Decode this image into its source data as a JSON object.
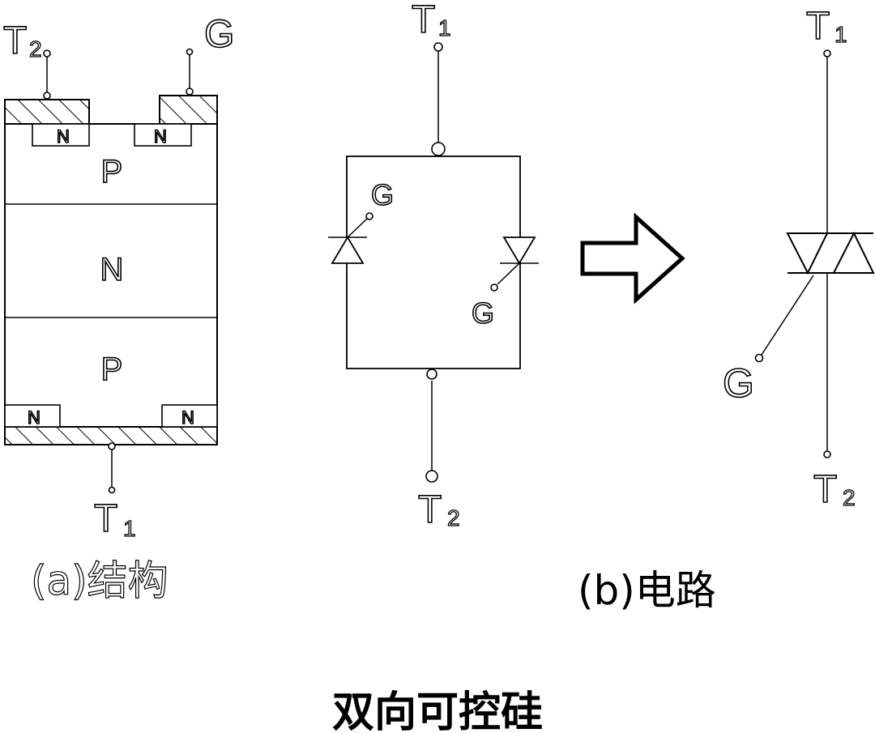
{
  "structure": {
    "terminal_t2": "T",
    "terminal_t2_sub": "2",
    "terminal_g": "G",
    "terminal_t1": "T",
    "terminal_t1_sub": "1",
    "layer_top_p": "P",
    "layer_mid_n": "N",
    "layer_bottom_p": "P",
    "region_n": "N",
    "caption": "(a)结构"
  },
  "circuit": {
    "terminal_t1": "T",
    "terminal_t1_sub": "1",
    "terminal_t2": "T",
    "terminal_t2_sub": "2",
    "gate_left": "G",
    "gate_right": "G",
    "caption": "(b)电路"
  },
  "symbol": {
    "terminal_t1": "T",
    "terminal_t1_sub": "1",
    "terminal_t2": "T",
    "terminal_t2_sub": "2",
    "gate": "G"
  },
  "title": "双向可控硅"
}
